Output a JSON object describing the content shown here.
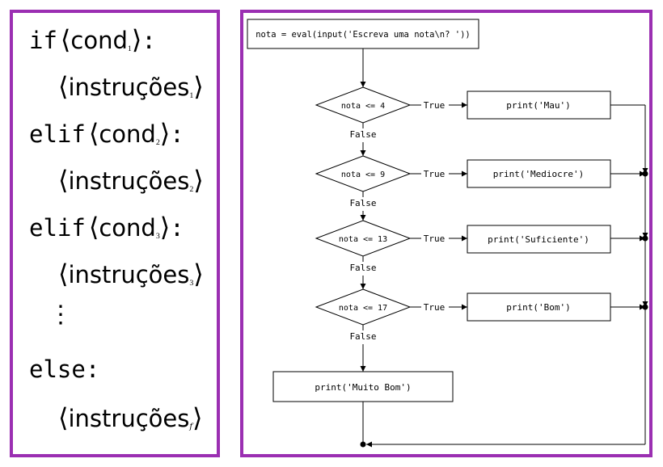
{
  "left_panel": {
    "lines": [
      {
        "keyword": "if",
        "meta": "cond",
        "sub": "1",
        "colon": ":"
      },
      {
        "meta": "instruções",
        "sub": "1"
      },
      {
        "keyword": "elif",
        "meta": "cond",
        "sub": "2",
        "colon": ":"
      },
      {
        "meta": "instruções",
        "sub": "2"
      },
      {
        "keyword": "elif",
        "meta": "cond",
        "sub": "3",
        "colon": ":"
      },
      {
        "meta": "instruções",
        "sub": "3"
      },
      {
        "vdots": "⋮"
      },
      {
        "keyword": "else",
        "colon": ":"
      },
      {
        "meta": "instruções",
        "sub": "f"
      }
    ]
  },
  "flowchart": {
    "start": "nota = eval(input('Escreva uma nota\\n? '))",
    "true_label": "True",
    "false_label": "False",
    "conditions": [
      "nota <= 4",
      "nota <= 9",
      "nota <= 13",
      "nota <= 17"
    ],
    "actions": [
      "print('Mau')",
      "print('Mediocre')",
      "print('Suficiente')",
      "print('Bom')"
    ],
    "else_action": "print('Muito Bom')"
  },
  "colors": {
    "border": "#9b2fb2",
    "ink": "#000000"
  }
}
